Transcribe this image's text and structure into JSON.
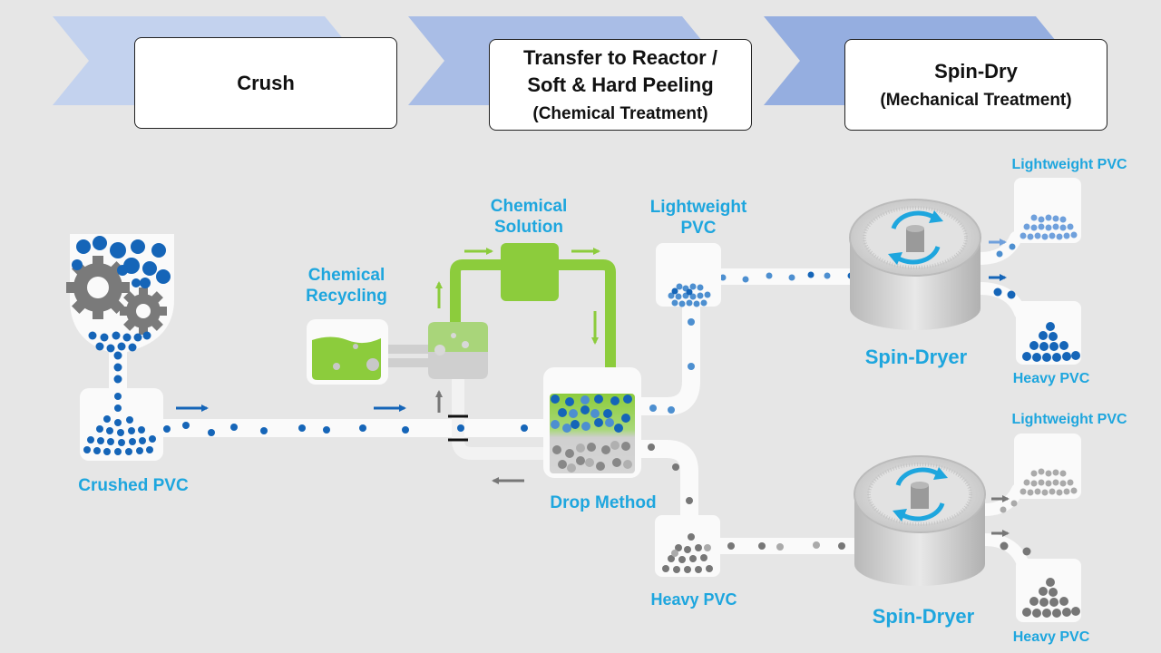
{
  "steps": [
    {
      "title": "Crush",
      "title2": "",
      "sub": ""
    },
    {
      "title": "Transfer to Reactor /",
      "title2": "Soft & Hard Peeling",
      "sub": "(Chemical Treatment)"
    },
    {
      "title": "Spin-Dry",
      "title2": "",
      "sub": "(Mechanical Treatment)"
    }
  ],
  "labels": {
    "crushed_pvc": "Crushed PVC",
    "chemical_recycling_1": "Chemical",
    "chemical_recycling_2": "Recycling",
    "chemical_solution_1": "Chemical",
    "chemical_solution_2": "Solution",
    "lightweight_pvc_1": "Lightweight",
    "lightweight_pvc_2": "PVC",
    "drop_method": "Drop Method",
    "heavy_pvc_mid": "Heavy PVC",
    "spin_dryer_top": "Spin-Dryer",
    "spin_dryer_bottom": "Spin-Dryer",
    "out_light_top": "Lightweight PVC",
    "out_heavy_top": "Heavy PVC",
    "out_light_bottom": "Lightweight PVC",
    "out_heavy_bottom": "Heavy PVC"
  },
  "colors": {
    "background": "#e6e6e6",
    "label_blue": "#1ea6de",
    "pvc_dark_blue": "#1565b8",
    "pvc_light_blue": "#4d8fd0",
    "solution_green": "#8ccc3c",
    "heavy_gray": "#777777",
    "light_gray": "#aaaaaa",
    "arrow_blue": "#1565b8",
    "chevron_blue": "#9fb6e3"
  },
  "icons": [
    "gear-icon",
    "rotation-arrows-icon",
    "flow-arrow-icon"
  ]
}
